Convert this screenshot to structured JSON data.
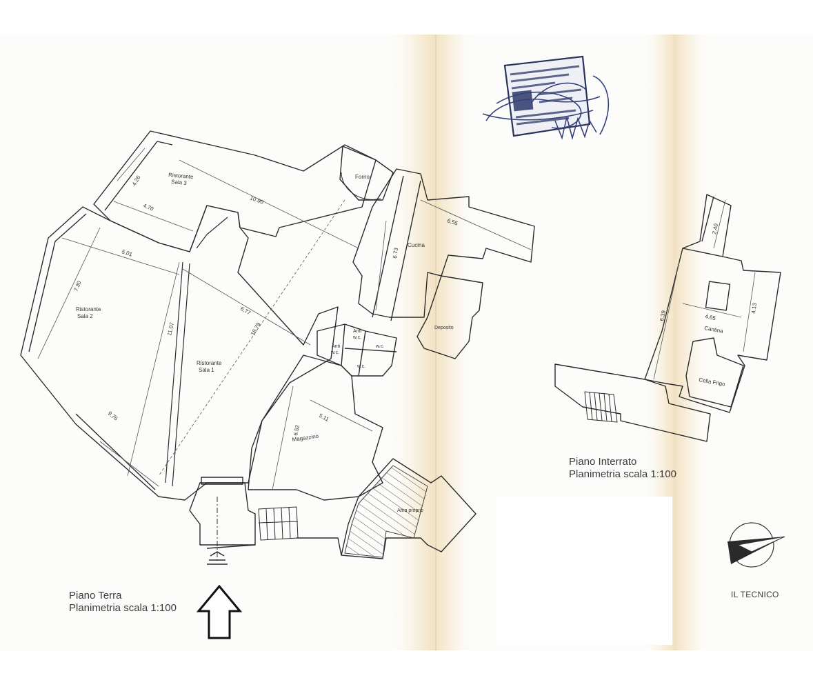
{
  "colors": {
    "paper": "#fcfcfa",
    "fold_tint": "#f6ead2",
    "ink": "#2a2a2a",
    "stamp_ink": "#28325a"
  },
  "ground_floor": {
    "caption_line1": "Piano Terra",
    "caption_line2": "Planimetria scala 1:100",
    "rooms": {
      "sala3_line1": "Ristorante",
      "sala3_line2": "Sala 3",
      "sala2_line1": "Ristorante",
      "sala2_line2": "Sala 2",
      "sala1_line1": "Ristorante",
      "sala1_line2": "Sala 1",
      "forno": "Forno",
      "cucina": "Cucina",
      "deposito": "Deposito",
      "anti1_line1": "Anti",
      "anti1_line2": "w.c.",
      "anti2_line1": "Anti",
      "anti2_line2": "w.c.",
      "wc1": "w.c.",
      "wc2": "w.c.",
      "magazzino": "Magazzino",
      "altra_proprieta": "Altra proprie"
    },
    "dimensions": {
      "d426": "4.26",
      "d470": "4.70",
      "d1090": "10.90",
      "d501": "5.01",
      "d730": "7.30",
      "d1107": "11.07",
      "d677": "6.77",
      "d1879": "18.79",
      "d976": "9.76",
      "d655": "6.55",
      "d673": "6.73",
      "d652": "6.52",
      "d511": "5.11"
    }
  },
  "basement": {
    "caption_line1": "Piano Interrato",
    "caption_line2": "Planimetria scala 1:100",
    "rooms": {
      "cantina": "Cantina",
      "cella_frigo": "Cella Frigo"
    },
    "dimensions": {
      "d240": "2.40",
      "d413": "4.13",
      "d465": "4.65",
      "d639": "6.39"
    }
  },
  "signature_label": "IL TECNICO",
  "stamp_label": "stamp"
}
